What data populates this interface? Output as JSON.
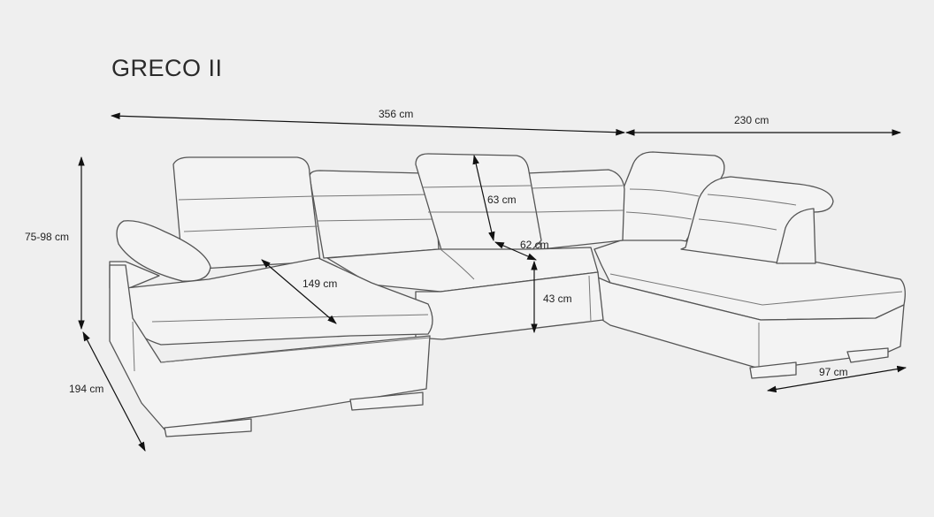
{
  "title": "GRECO II",
  "dimensions": {
    "total_width": "356 cm",
    "right_width": "230 cm",
    "height": "75-98 cm",
    "depth_left": "194 cm",
    "chaise_depth": "149 cm",
    "headrest_height": "63 cm",
    "seat_depth": "62 cm",
    "seat_height": "43 cm",
    "right_depth": "97 cm"
  },
  "colors": {
    "background": "#efefef",
    "line": "#555555",
    "dimension": "#111111"
  }
}
